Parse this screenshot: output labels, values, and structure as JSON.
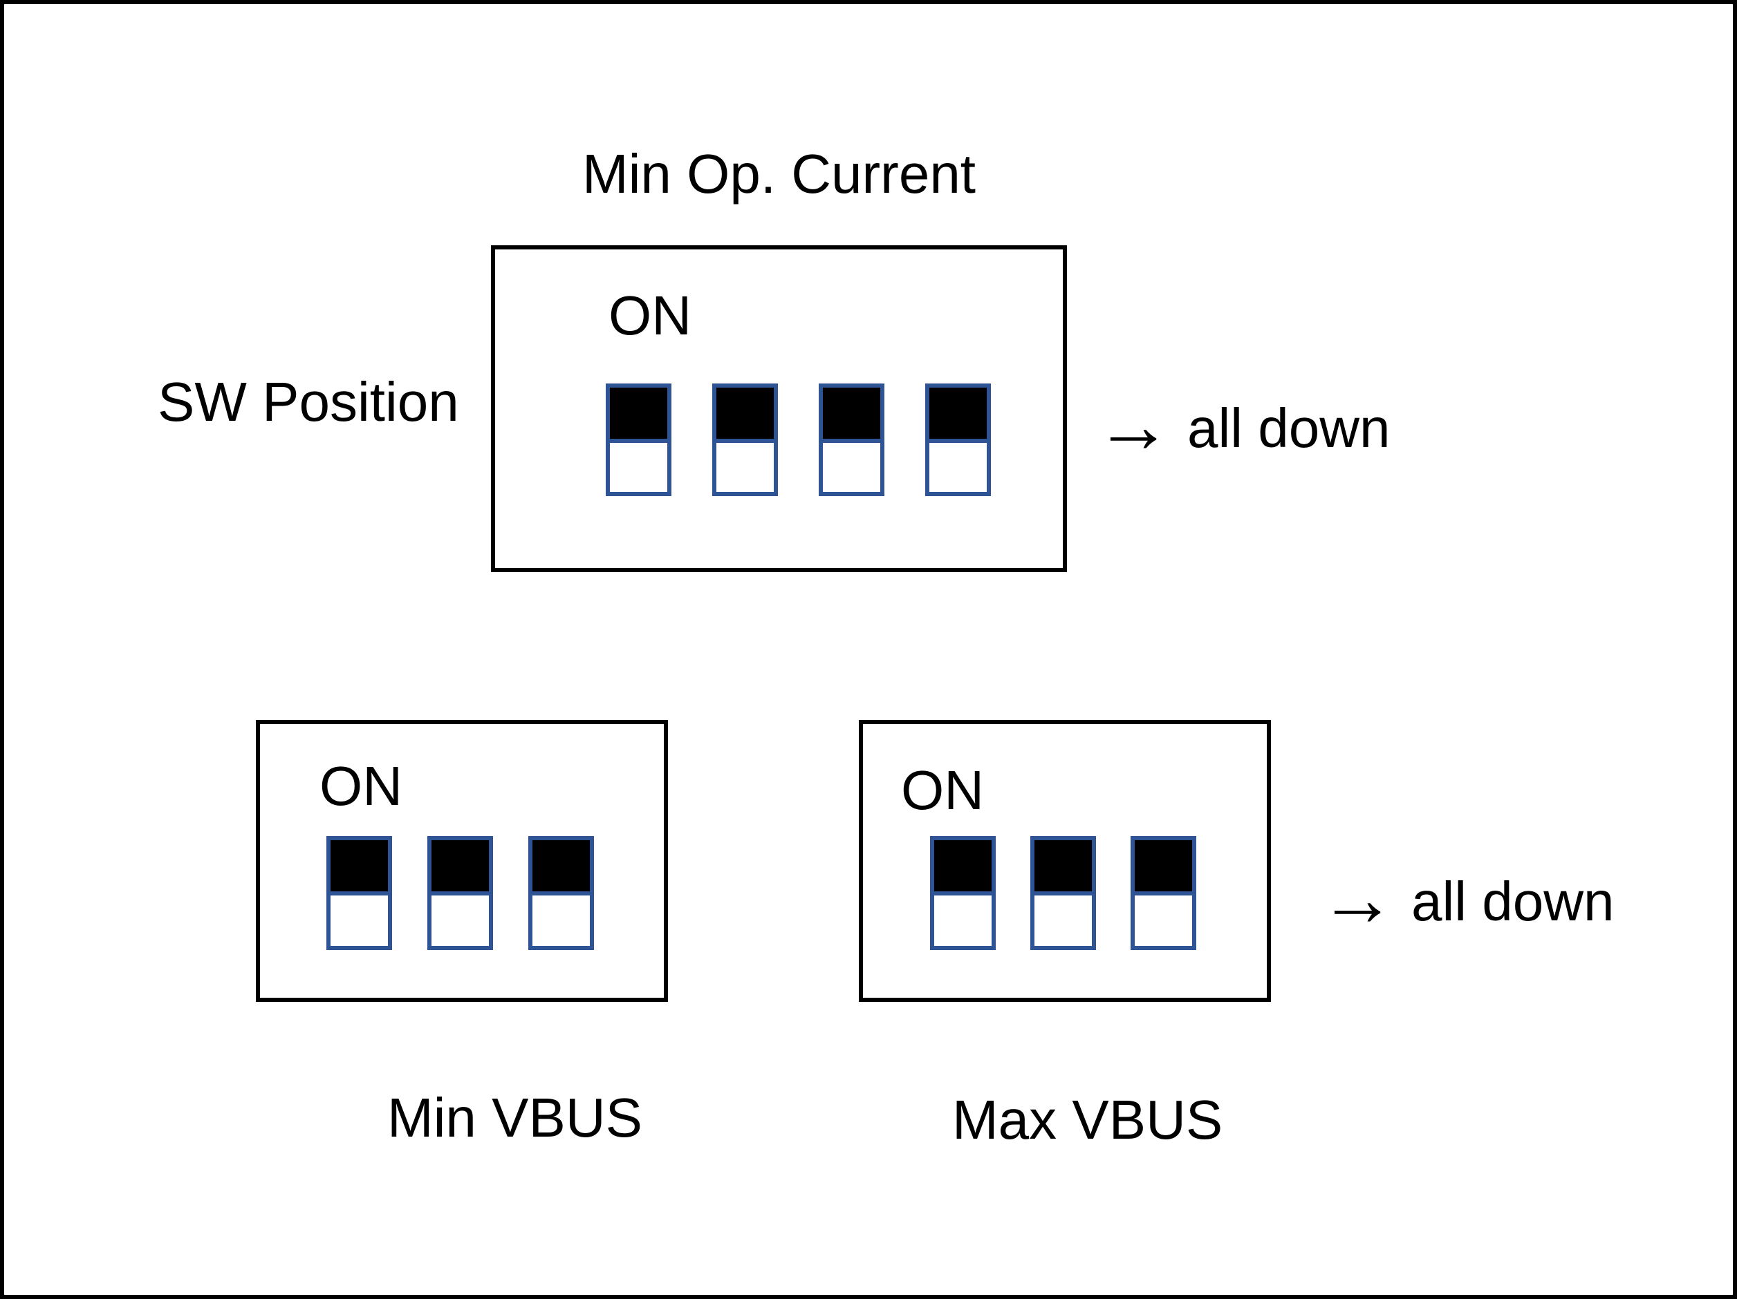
{
  "title": "Min Op. Current",
  "sw_position": "SW Position",
  "notes": [
    {
      "arrow": "→",
      "text": "all down"
    },
    {
      "arrow": "→",
      "text": "all down"
    }
  ],
  "boxes": {
    "top": {
      "on": "ON",
      "switches": [
        "down",
        "down",
        "down",
        "down"
      ]
    },
    "bottom_left": {
      "on": "ON",
      "caption": "Min VBUS",
      "switches": [
        "down",
        "down",
        "down"
      ]
    },
    "bottom_right": {
      "on": "ON",
      "caption": "Max VBUS",
      "switches": [
        "down",
        "down",
        "down"
      ]
    }
  },
  "colors": {
    "switch_border": "#2F5496",
    "switch_slot_fill": "#000000",
    "switch_slider_fill": "#FFFFFF",
    "box_border": "#000000",
    "page_border": "#000000",
    "page_background": "#FFFFFF"
  }
}
